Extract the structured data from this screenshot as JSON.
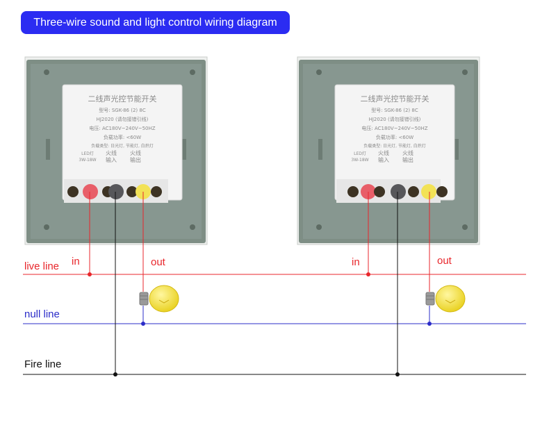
{
  "title": "Three-wire sound and light control wiring diagram",
  "lines": {
    "live": "live line",
    "null": "null line",
    "fire": "Fire line"
  },
  "terminals": {
    "in": "in",
    "out": "out"
  },
  "module": {
    "line1": "二线声光控节能开关",
    "line2": "型号: SGK-86 (2) 8C",
    "line3": "HJ2020 (请勿接错引线)",
    "line4": "电压: AC180V~240V~50HZ",
    "line5": "负载功率: <60W",
    "line6": "负载类型: 日光灯, 节能灯, 白炽灯",
    "led_label": "LED灯",
    "led_power": "3W-18W",
    "fire_in_1": "火线",
    "fire_in_2": "输入",
    "fire_out_1": "火线",
    "fire_out_2": "输出"
  },
  "colors": {
    "title_bg": "#2b2cf2",
    "live": "#e8262b",
    "null": "#2b2cc8",
    "fire": "#111111",
    "bulb": "#f4e33a"
  },
  "icons": [
    "switch-panel",
    "light-bulb-icon"
  ]
}
